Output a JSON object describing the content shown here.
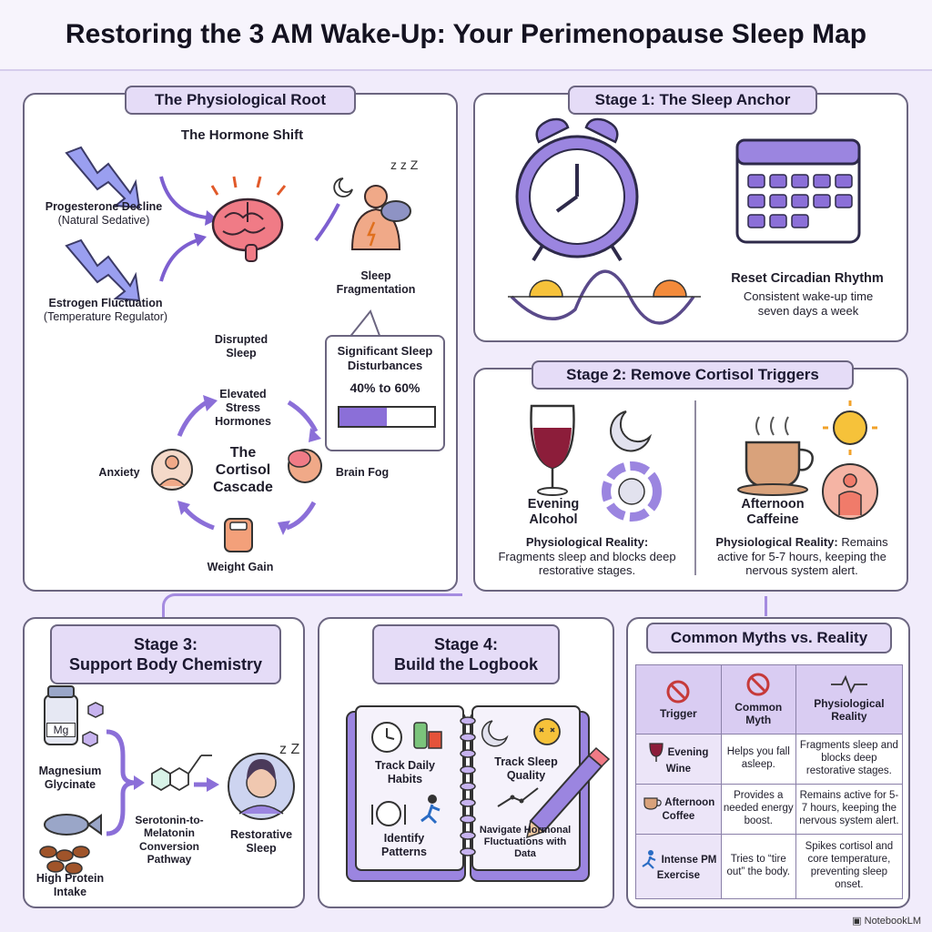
{
  "title": "Restoring the 3 AM Wake-Up: Your Perimenopause Sleep Map",
  "physio": {
    "tag": "The Physiological Root",
    "hormone_shift": "The Hormone Shift",
    "progesterone": "Progesterone Decline",
    "progesterone_sub": "(Natural Sedative)",
    "estrogen": "Estrogen Fluctuation",
    "estrogen_sub": "(Temperature Regulator)",
    "sleep_frag": "Sleep Fragmentation",
    "disrupted": "Disrupted Sleep",
    "disturb_title": "Significant Sleep Disturbances",
    "disturb_range": "40% to 60%",
    "disturb_fill": 0.5,
    "cascade_center": "The Cortisol Cascade",
    "stress": "Elevated Stress Hormones",
    "brainfog": "Brain Fog",
    "weight": "Weight Gain",
    "anxiety": "Anxiety"
  },
  "stage1": {
    "tag": "Stage 1: The Sleep Anchor",
    "reset": "Reset Circadian Rhythm",
    "reset_sub": "Consistent wake-up time seven days a week"
  },
  "stage2": {
    "tag": "Stage 2: Remove Cortisol Triggers",
    "alcohol": "Evening Alcohol",
    "alcohol_label": "Physiological Reality:",
    "alcohol_text": "Fragments sleep and blocks deep restorative stages.",
    "caffeine": "Afternoon Caffeine",
    "caffeine_label": "Physiological Reality:",
    "caffeine_text": "Remains active for 5-7 hours, keeping the nervous system alert."
  },
  "stage3": {
    "tag_line1": "Stage 3:",
    "tag_line2": "Support Body Chemistry",
    "mg_label": "Mg",
    "magnesium": "Magnesium Glycinate",
    "protein": "High Protein Intake",
    "pathway": "Serotonin-to-Melatonin Conversion Pathway",
    "restorative": "Restorative Sleep"
  },
  "stage4": {
    "tag_line1": "Stage 4:",
    "tag_line2": "Build the Logbook",
    "track_habits": "Track Daily Habits",
    "track_sleep": "Track Sleep Quality",
    "identify": "Identify Patterns",
    "navigate": "Navigate Hormonal Fluctuations with Data"
  },
  "myths": {
    "tag": "Common Myths vs. Reality",
    "headers": [
      "Trigger",
      "Common Myth",
      "Physiological Reality"
    ],
    "rows": [
      {
        "trigger": "Evening Wine",
        "myth": "Helps you fall asleep.",
        "reality": "Fragments sleep and blocks deep restorative stages."
      },
      {
        "trigger": "Afternoon Coffee",
        "myth": "Provides a needed energy boost.",
        "reality": "Remains active for 5-7 hours, keeping the nervous system alert."
      },
      {
        "trigger": "Intense PM Exercise",
        "myth": "Tries to “tire out” the body.",
        "reality": "Spikes cortisol and core temperature, preventing sleep onset."
      }
    ]
  },
  "footer": "NotebookLM",
  "colors": {
    "accent": "#8b6fd8",
    "tag_bg": "#e5dcf7",
    "panel_border": "#6b6580",
    "bg": "#f1ecfb"
  }
}
